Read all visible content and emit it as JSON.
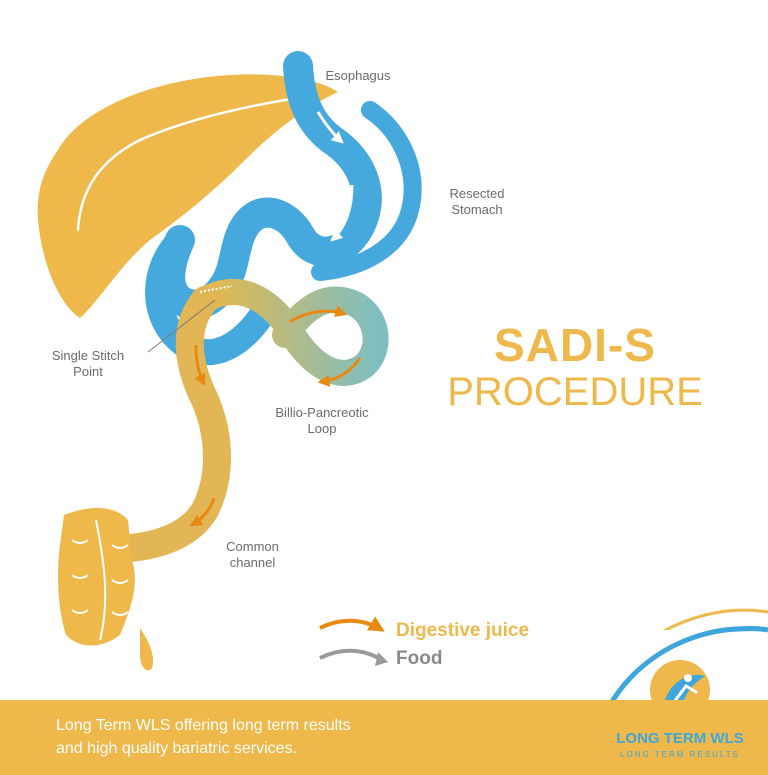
{
  "labels": {
    "esophagus": "Esophagus",
    "resected_stomach_1": "Resected",
    "resected_stomach_2": "Stomach",
    "single_stitch_1": "Single Stitch",
    "single_stitch_2": "Point",
    "bp_loop_1": "Billio-Pancreotic",
    "bp_loop_2": "Loop",
    "common_channel_1": "Common",
    "common_channel_2": "channel"
  },
  "title": {
    "main": "SADI-S",
    "sub": "PROCEDURE"
  },
  "legend": {
    "digestive": "Digestive juice",
    "food": "Food"
  },
  "footer": {
    "line1": "Long Term WLS offering long term results",
    "line2": "and high quality bariatric services."
  },
  "logo": {
    "name": "LONG TERM WLS",
    "tagline": "LONG TERM RESULTS"
  },
  "colors": {
    "yellow": "#eeb84a",
    "blue": "#3ea6dc",
    "orange": "#e88a12",
    "gray": "#9a9a9a"
  }
}
